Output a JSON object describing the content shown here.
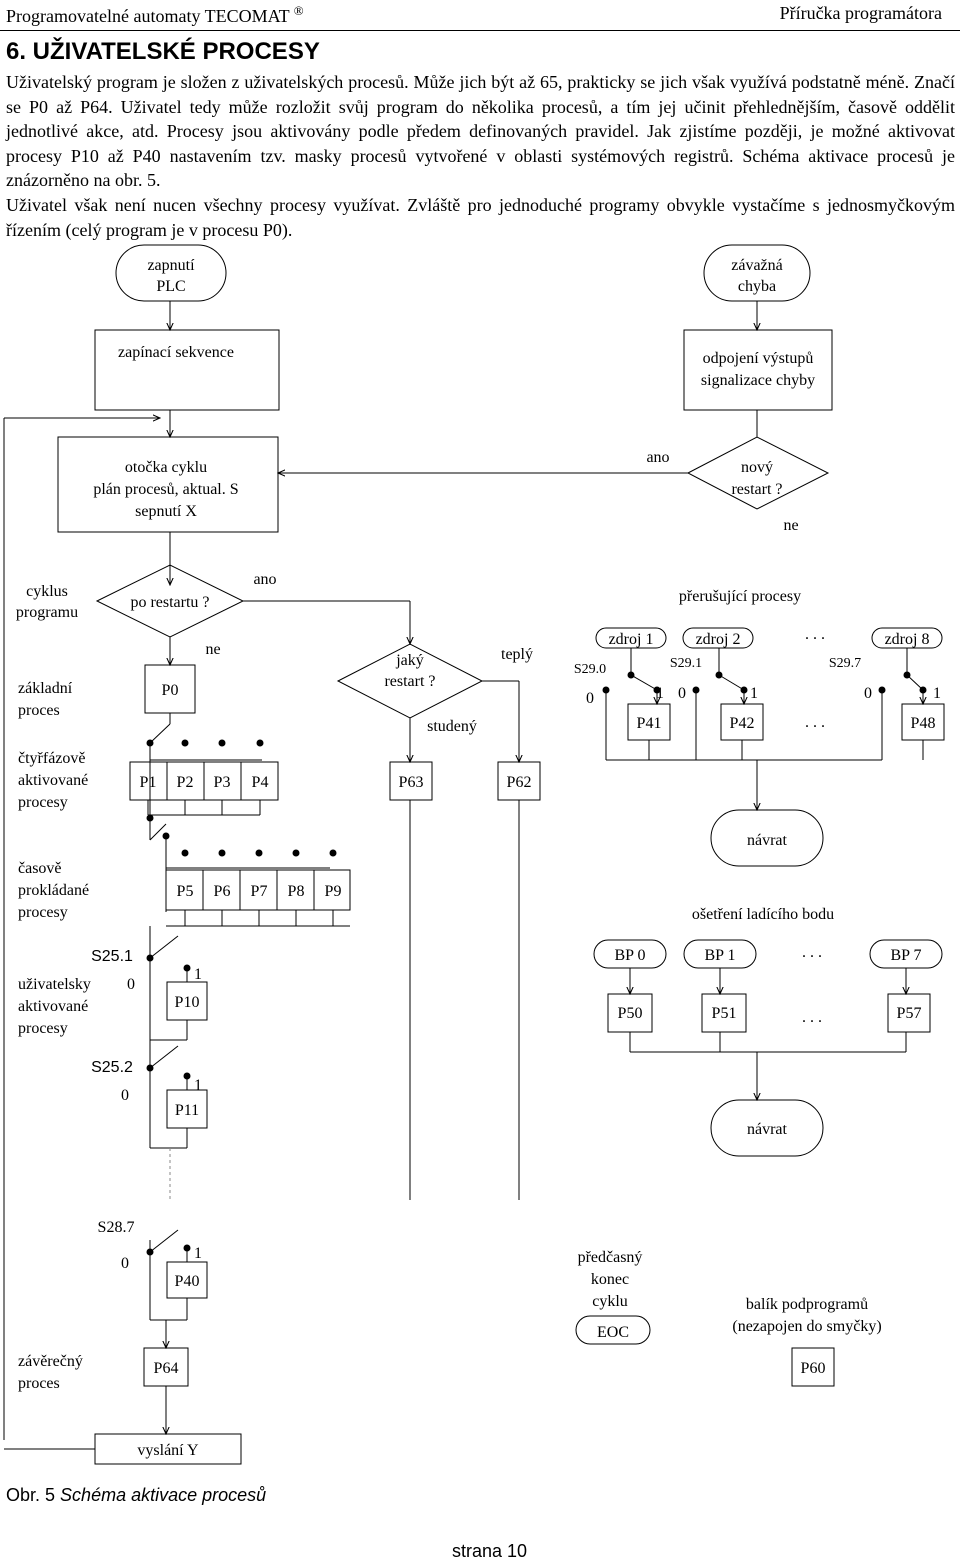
{
  "header": {
    "left": "Programovatelné automaty TECOMAT",
    "registered": "®",
    "right": "Příručka programátora"
  },
  "section": {
    "title": "6.  UŽIVATELSKÉ PROCESY",
    "paragraphs": [
      "Uživatelský program je složen z uživatelských procesů. Může jich být až 65, prakticky se jich však využívá podstatně méně. Značí se P0 až P64. Uživatel tedy může rozložit svůj program do několika procesů, a tím jej učinit přehlednějším, časově oddělit jednotlivé akce, atd. Procesy jsou aktivovány podle předem definovaných pravidel. Jak zjistíme později, je možné aktivovat procesy P10 až P40 nastavením tzv. masky procesů vytvořené v oblasti systémových registrů. Schéma aktivace procesů je znázorněno na obr. 5.",
      "Uživatel však není nucen všechny procesy využívat. Zvláště pro jednoduché programy obvykle vystačíme s jednosmyčkovým řízením (celý program je v procesu P0)."
    ]
  },
  "diagram": {
    "zapnuti_l1": "zapnutí",
    "zapnuti_l2": "PLC",
    "zavazna_l1": "závažná",
    "zavazna_l2": "chyba",
    "zapinaci": "zapínací sekvence",
    "odpojeni_l1": "odpojení výstupů",
    "odpojeni_l2": "signalizace chyby",
    "otocka_l1": "otočka cyklu",
    "otocka_l2": "plán procesů, aktual. S",
    "otocka_l3": "sepnutí X",
    "ano": "ano",
    "ne": "ne",
    "novy_l1": "nový",
    "novy_l2": "restart ?",
    "cyklus_l1": "cyklus",
    "cyklus_l2": "programu",
    "po_restartu": "po restartu ?",
    "prerusujici": "přerušující procesy",
    "zakladni_l1": "základní",
    "zakladni_l2": "proces",
    "ctyrfazove_l1": "čtyřfázově",
    "ctyrfazove_l2": "aktivované",
    "ctyrfazove_l3": "procesy",
    "casove_l1": "časově",
    "casove_l2": "prokládané",
    "casove_l3": "procesy",
    "uzivatelsky_l1": "uživatelsky",
    "uzivatelsky_l2": "aktivované",
    "uzivatelsky_l3": "procesy",
    "zaverecny_l1": "závěrečný",
    "zaverecny_l2": "proces",
    "jaky_l1": "jaký",
    "jaky_l2": "restart ?",
    "teply": "teplý",
    "studeny": "studený",
    "zdroj1": "zdroj 1",
    "zdroj2": "zdroj 2",
    "zdroj8": "zdroj 8",
    "dots": ". . .",
    "s290": "S29.0",
    "s291": "S29.1",
    "s297": "S29.7",
    "s251": "S25.1",
    "s252": "S25.2",
    "s287": "S28.7",
    "zero": "0",
    "one": "1",
    "navrat": "návrat",
    "osetreni": "ošetření ladícího bodu",
    "bp0": "BP 0",
    "bp1": "BP 1",
    "bp7": "BP 7",
    "predcasny_l1": "předčasný",
    "predcasny_l2": "konec",
    "predcasny_l3": "cyklu",
    "eoc": "EOC",
    "balik_l1": "balík podprogramů",
    "balik_l2": "(nezapojen do smyčky)",
    "vyslani": "vyslání  Y",
    "p": {
      "P0": "P0",
      "P1": "P1",
      "P2": "P2",
      "P3": "P3",
      "P4": "P4",
      "P5": "P5",
      "P6": "P6",
      "P7": "P7",
      "P8": "P8",
      "P9": "P9",
      "P10": "P10",
      "P11": "P11",
      "P40": "P40",
      "P41": "P41",
      "P42": "P42",
      "P48": "P48",
      "P50": "P50",
      "P51": "P51",
      "P57": "P57",
      "P60": "P60",
      "P62": "P62",
      "P63": "P63",
      "P64": "P64"
    }
  },
  "caption": {
    "label": "Obr. 5",
    "text": "Schéma aktivace procesů"
  },
  "footer": "strana  10"
}
